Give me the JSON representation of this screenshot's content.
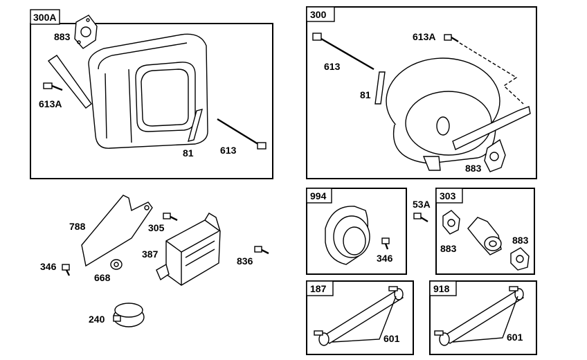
{
  "boxes": {
    "b300a": "300A",
    "b300": "300",
    "b994": "994",
    "b303": "303",
    "b187": "187",
    "b918": "918"
  },
  "labels": {
    "l883_a": "883",
    "l613a_a": "613A",
    "l81_a": "81",
    "l613_a": "613",
    "l613a_b": "613A",
    "l613_b": "613",
    "l81_b": "81",
    "l883_b": "883",
    "l788": "788",
    "l305": "305",
    "l387": "387",
    "l836": "836",
    "l346_a": "346",
    "l668": "668",
    "l240": "240",
    "l346_b": "346",
    "l53a": "53A",
    "l883_c": "883",
    "l883_d": "883",
    "l601_a": "601",
    "l601_b": "601"
  }
}
